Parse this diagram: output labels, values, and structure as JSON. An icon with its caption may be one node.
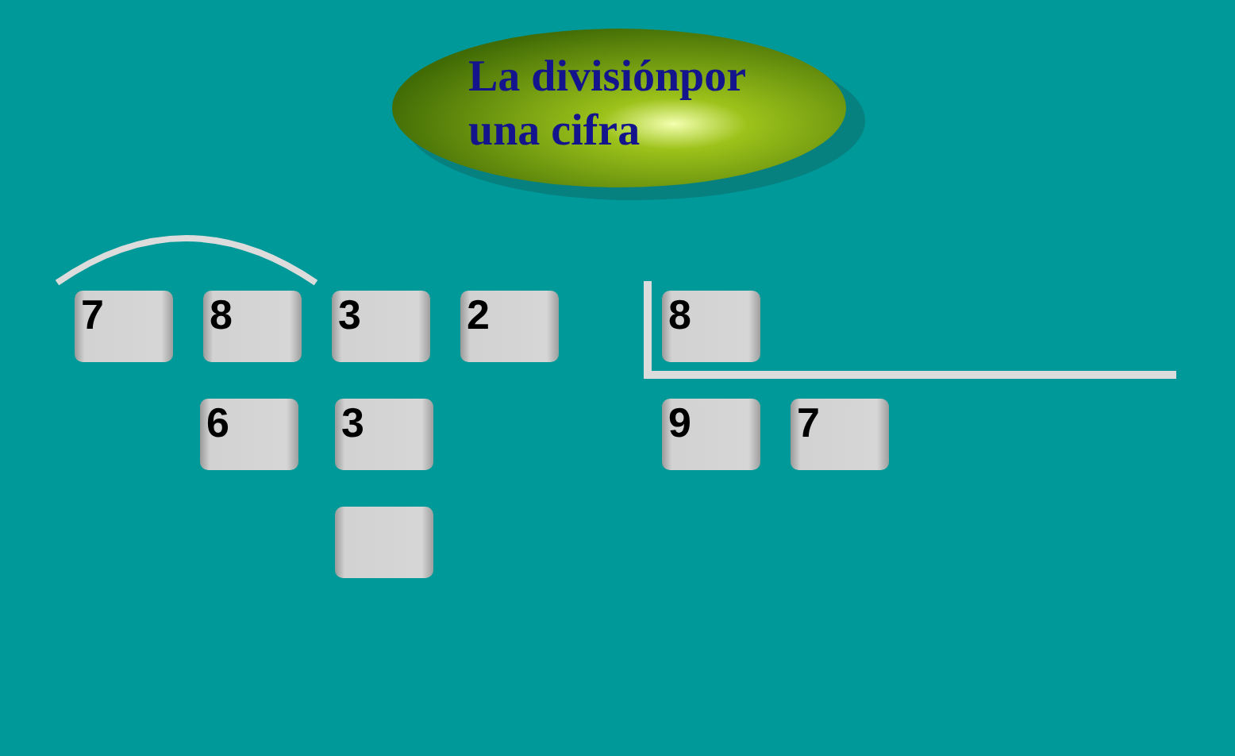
{
  "diagram": {
    "title": "La divisiónpor una cifra",
    "nodes": [
      {
        "text": [
          "7"
        ]
      },
      {
        "text": [
          "8"
        ]
      },
      {
        "text": [
          "3"
        ]
      },
      {
        "text": [
          "2"
        ]
      },
      {
        "text": [
          "8"
        ]
      },
      {
        "text": [
          "6"
        ]
      },
      {
        "text": [
          "3"
        ]
      },
      {
        "text": [
          "9"
        ]
      },
      {
        "text": [
          "7"
        ]
      },
      {
        "text": [],
        "shape": "box"
      }
    ]
  }
}
